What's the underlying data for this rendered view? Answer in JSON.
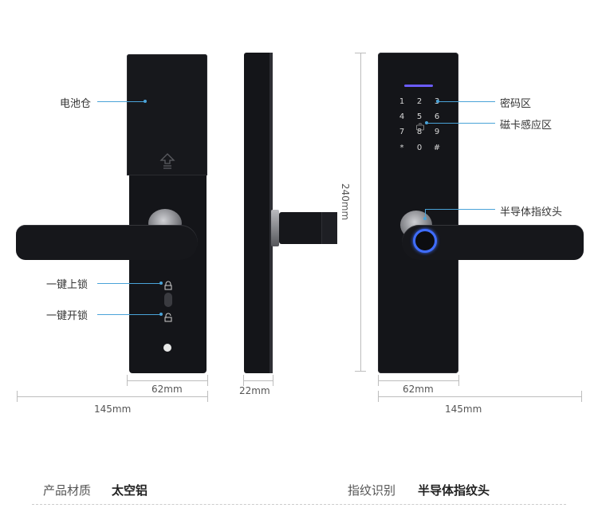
{
  "callouts": {
    "battery": "电池仓",
    "lock_one_key": "一键上锁",
    "unlock_one_key": "一键开锁",
    "password_area": "密码区",
    "card_area": "磁卡感应区",
    "fingerprint_head": "半导体指纹头"
  },
  "dimensions": {
    "front_width": "62mm",
    "front_total": "145mm",
    "side_width": "22mm",
    "height": "240mm",
    "back_width": "62mm",
    "back_total": "145mm"
  },
  "keypad": [
    "1",
    "2",
    "3",
    "4",
    "5",
    "6",
    "7",
    "8",
    "9",
    "*",
    "0",
    "#"
  ],
  "specs": {
    "material_label": "产品材质",
    "material_value": "太空铝",
    "fingerprint_label": "指纹识别",
    "fingerprint_value": "半导体指纹头"
  },
  "colors": {
    "body": "#141519",
    "accent_blue": "#4aa3d8",
    "fingerprint_ring": "#3f6dff"
  }
}
